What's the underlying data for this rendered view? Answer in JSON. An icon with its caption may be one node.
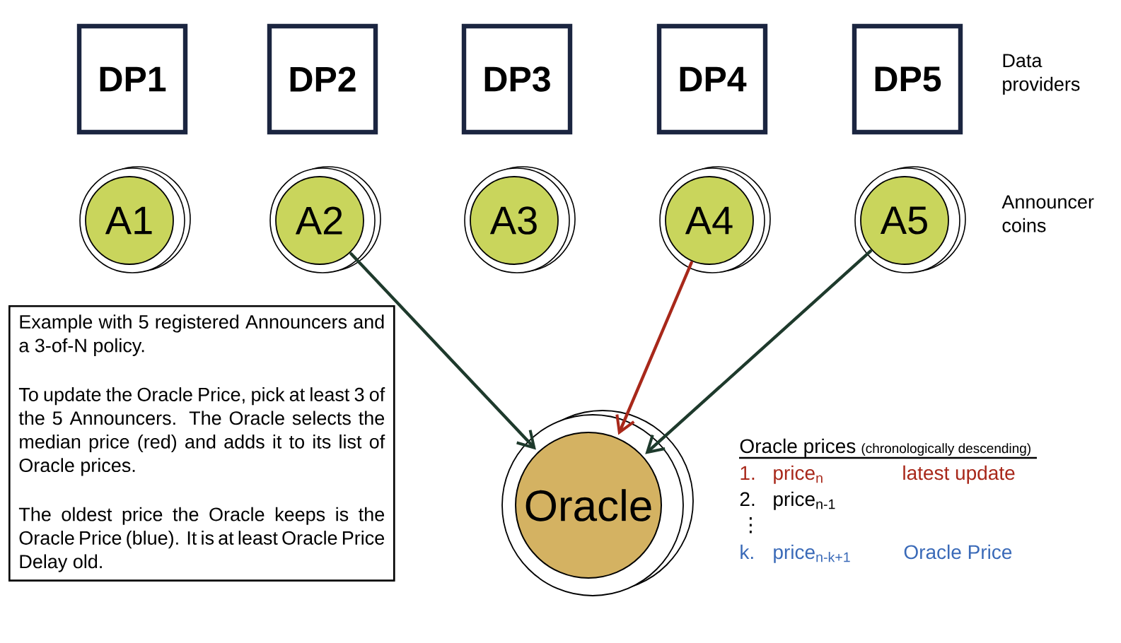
{
  "diagram": {
    "nodes": [
      {
        "text": [
          "DP1"
        ]
      },
      {
        "text": [
          "DP2"
        ]
      },
      {
        "text": [
          "DP3"
        ]
      },
      {
        "text": [
          "DP4"
        ]
      },
      {
        "text": [
          "DP5"
        ]
      },
      {
        "text": [
          "A1"
        ]
      },
      {
        "text": [
          "A2"
        ]
      },
      {
        "text": [
          "A3"
        ]
      },
      {
        "text": [
          "A4"
        ]
      },
      {
        "text": [
          "A5"
        ]
      },
      {
        "text": [
          "Oracle"
        ]
      },
      {
        "text": [
          "Example with 5 registered Announcers and a 3-of-N policy.",
          "To update the Oracle Price, pick at least 3 of the 5 Announcers. The Oracle selects the median price (red) and adds it to its list of Oracle prices.",
          "The oldest price the Oracle keeps is the Oracle Price (blue). It is at least Oracle Price Delay old."
        ]
      }
    ],
    "edges": [
      {
        "from": 6,
        "to": 10,
        "arrow": "to"
      },
      {
        "from": 8,
        "to": 10,
        "arrow": "to",
        "color": "#a8281a"
      },
      {
        "from": 9,
        "to": 10,
        "arrow": "to"
      }
    ],
    "labels": [
      "Data providers",
      "Announcer coins",
      "Oracle prices",
      "(chronologically descending)",
      "1.",
      "price$_{n}$",
      "latest update",
      "2.",
      "price$_{n-1}$",
      "⋮",
      "k.",
      "price$_{n-k+1}$",
      "Oracle Price"
    ]
  }
}
